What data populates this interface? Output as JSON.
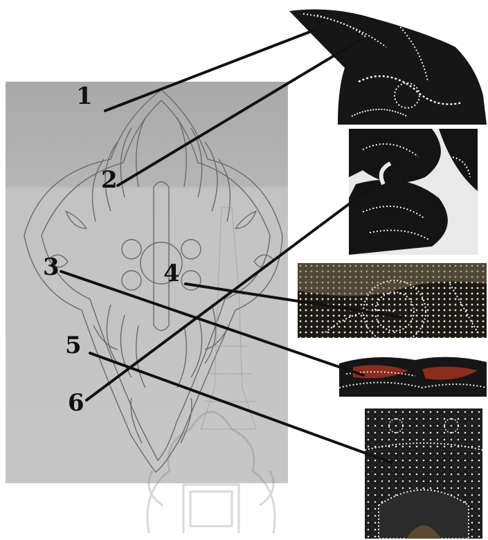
{
  "labels": {
    "n1": "1",
    "n2": "2",
    "n3": "3",
    "n4": "4",
    "n5": "5",
    "n6": "6"
  },
  "colors": {
    "panel": "#b8b8b8",
    "outline": "#6a6a6a",
    "leather": "#141414",
    "leader_line": "#111111",
    "dots": "#f4f4f4",
    "accent_red": "#8a2d1e"
  },
  "images": {
    "sketch": "pencil-ornament-sketch",
    "photo_1": "puppet-crown-tip-photo",
    "photo_2": "scroll-motif-photo",
    "photo_3": "perforated-panel-photo",
    "photo_4": "red-accent-border-photo",
    "photo_5": "dense-pattern-photo"
  }
}
